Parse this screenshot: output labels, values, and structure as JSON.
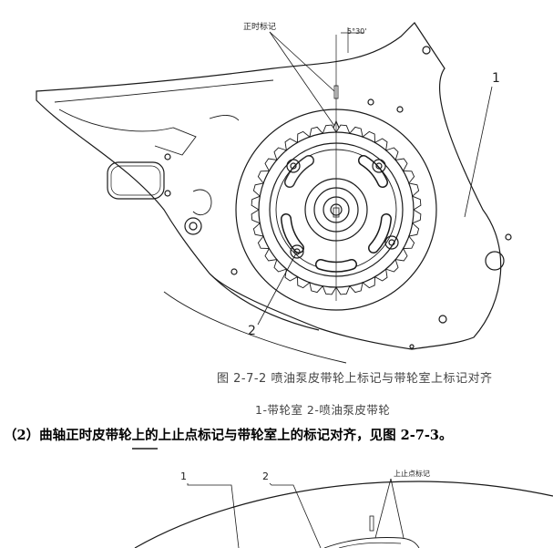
{
  "figure_top": {
    "timing_mark_label": "正时标记",
    "angle_label": "5°30'",
    "callout_1": "1",
    "callout_2": "2",
    "caption": "图 2-7-2  喷油泵皮带轮上标记与带轮室上标记对齐",
    "legend": "1-带轮室    2-喷油泵皮带轮"
  },
  "step_text": "（2）曲轴正时皮带轮上的上止点标记与带轮室上的标记对齐，见图 2-7-3。",
  "figure_bottom": {
    "callout_1": "1",
    "callout_2": "2",
    "tdc_mark_label": "上止点标记"
  }
}
